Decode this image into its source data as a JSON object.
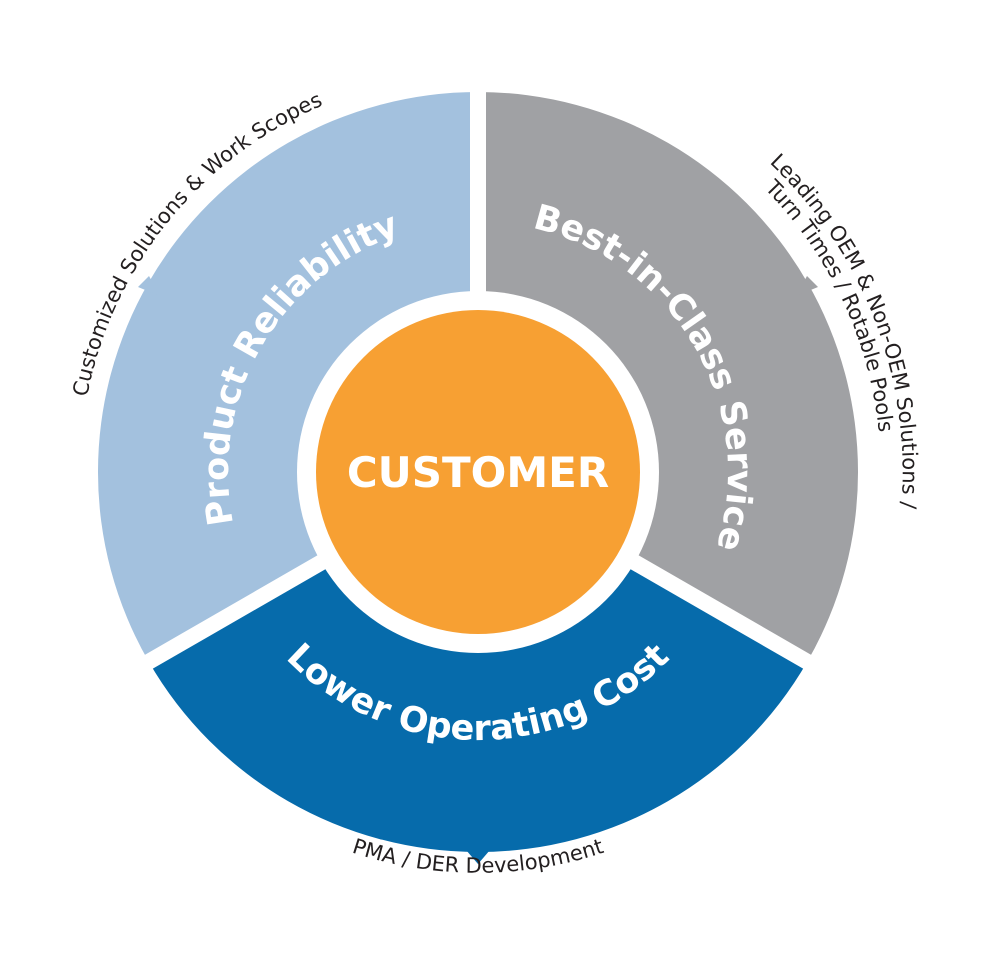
{
  "center": {
    "label": "CUSTOMER",
    "color": "#f7a033"
  },
  "segments": [
    {
      "id": "left",
      "label": "Product Reliability",
      "outer_label": "Customized Solutions & Work Scopes",
      "color": "#a3c1de"
    },
    {
      "id": "right",
      "label": "Best-in-Class Service",
      "outer_label_line1": "Leading OEM & Non-OEM Solutions /",
      "outer_label_line2": "Turn Times / Rotable Pools",
      "color": "#a0a1a4"
    },
    {
      "id": "bottom",
      "label": "Lower Operating Cost",
      "outer_label": "PMA / DER Development",
      "color": "#066bab"
    }
  ]
}
